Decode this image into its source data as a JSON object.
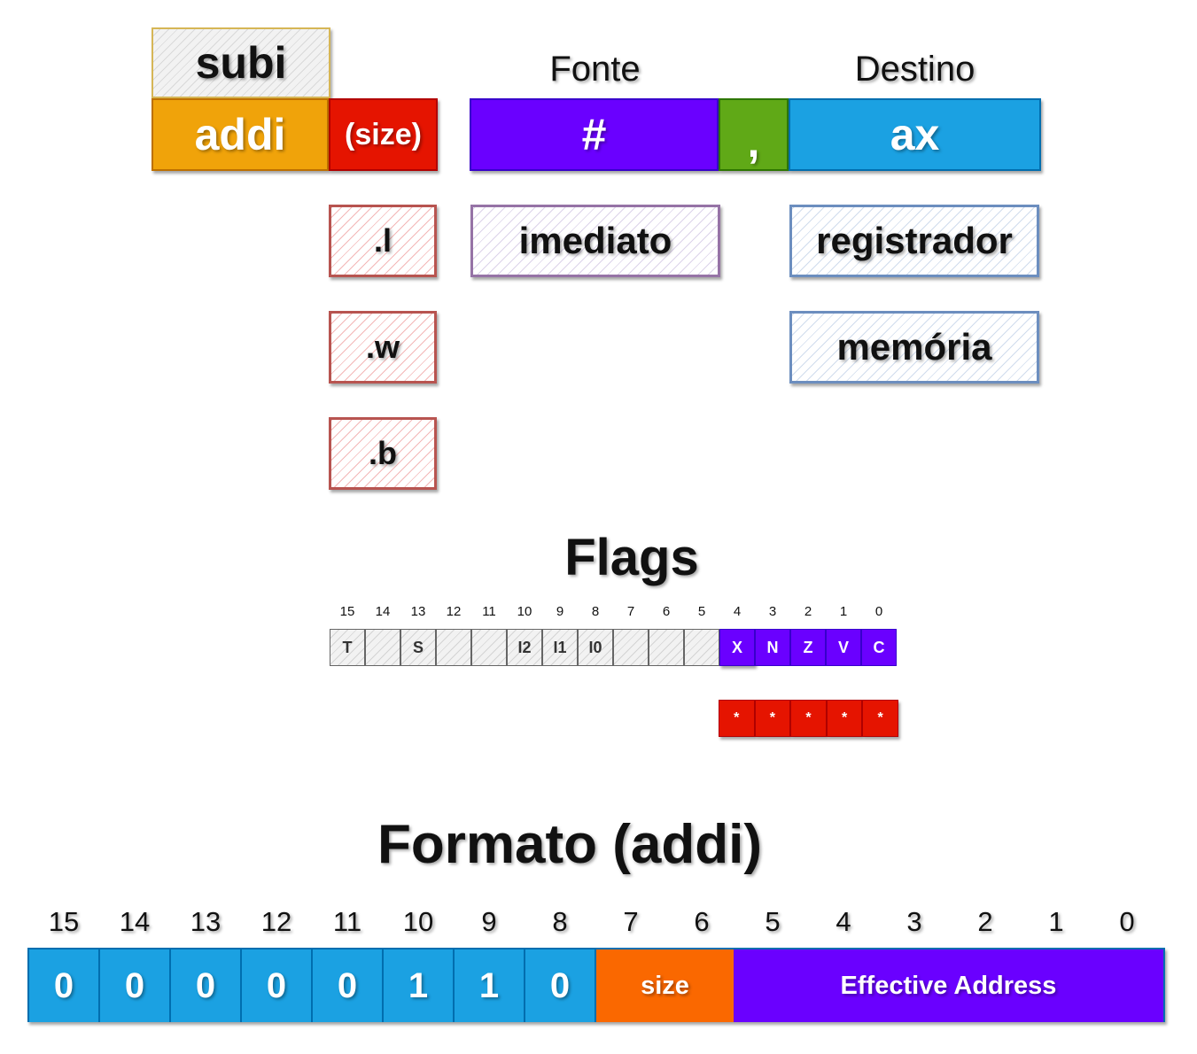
{
  "instruction": {
    "mnemonic_alt": "subi",
    "mnemonic": "addi",
    "size": "(size)",
    "source_header": "Fonte",
    "dest_header": "Destino",
    "source": "#",
    "separator": ",",
    "dest": "ax"
  },
  "size_options": [
    ".l",
    ".w",
    ".b"
  ],
  "source_options": [
    "imediato"
  ],
  "dest_options": [
    "registrador",
    "memória"
  ],
  "flags": {
    "title": "Flags",
    "bits": [
      "15",
      "14",
      "13",
      "12",
      "11",
      "10",
      "9",
      "8",
      "7",
      "6",
      "5",
      "4",
      "3",
      "2",
      "1",
      "0"
    ],
    "cells": [
      "T",
      "",
      "S",
      "",
      "",
      "I2",
      "I1",
      "I0",
      "",
      "",
      "",
      "X",
      "N",
      "Z",
      "V",
      "C"
    ],
    "affected": [
      "*",
      "*",
      "*",
      "*",
      "*"
    ]
  },
  "format": {
    "title": "Formato (addi)",
    "bits": [
      "15",
      "14",
      "13",
      "12",
      "11",
      "10",
      "9",
      "8",
      "7",
      "6",
      "5",
      "4",
      "3",
      "2",
      "1",
      "0"
    ],
    "opcode": [
      "0",
      "0",
      "0",
      "0",
      "0",
      "1",
      "1",
      "0"
    ],
    "size_label": "size",
    "ea_label": "Effective Address"
  },
  "colors": {
    "orange": "#f0a30a",
    "red": "#e51400",
    "violet": "#6a00ff",
    "green": "#60a917",
    "blue": "#1ba1e2",
    "format_orange": "#fa6800"
  }
}
